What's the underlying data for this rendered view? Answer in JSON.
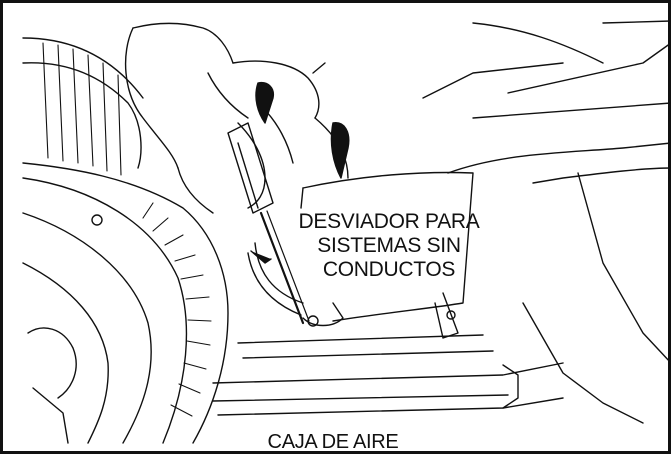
{
  "labels": {
    "deflector": [
      "DESVIADOR PARA",
      "SISTEMAS SIN",
      "CONDUCTOS"
    ],
    "air_box": "CAJA DE AIRE"
  },
  "colors": {
    "line": "#111111",
    "background": "#ffffff"
  }
}
